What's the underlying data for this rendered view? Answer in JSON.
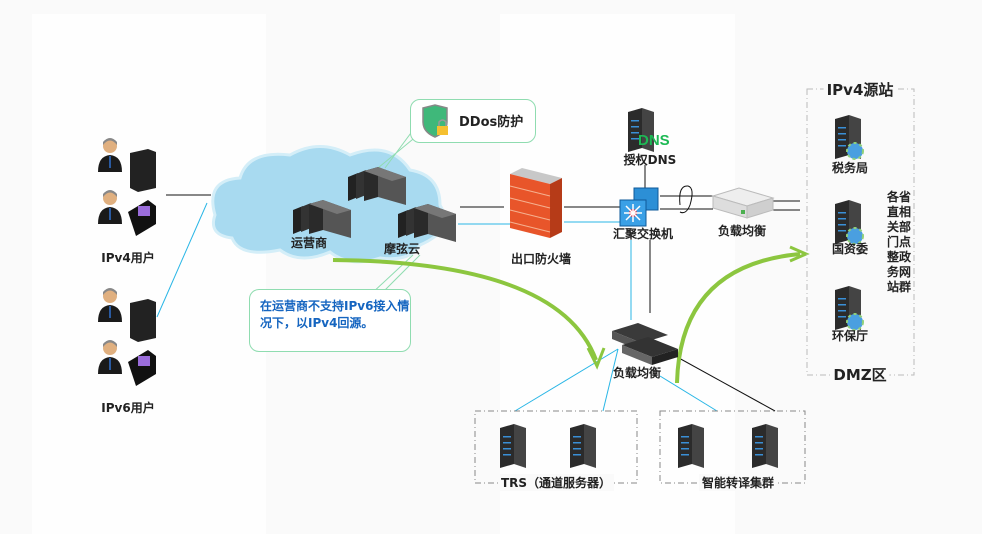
{
  "users": {
    "ipv4_label": "IPv4用户",
    "ipv6_label": "IPv6用户"
  },
  "cloud": {
    "carrier_label": "运营商",
    "moxuan_label": "摩弦云"
  },
  "callouts": {
    "ddos_label": "DDos防护",
    "fallback_note": "在运营商不支持IPv6接入情况下，以IPv4回源。"
  },
  "core": {
    "firewall_label": "出口防火墙",
    "dns_badge": "DNS",
    "dns_label": "授权DNS",
    "switch_label": "汇聚交换机",
    "lb_top_label": "负载均衡",
    "lb_bottom_label": "负载均衡"
  },
  "server_groups": {
    "trs_label": "TRS（通道服务器）",
    "translation_label": "智能转译集群"
  },
  "origin": {
    "title": "IPv4源站",
    "zone_label": "DMZ区",
    "sites": [
      "税务局",
      "国资委",
      "环保厅"
    ],
    "group_desc_rows": [
      "各省",
      "直相",
      "关部",
      "门点",
      "整政",
      "务网",
      "站群"
    ]
  },
  "colors": {
    "cloud": "#a8daf0",
    "arrow_green": "#8cc63f",
    "link_blue": "#29b6e6",
    "link_black": "#111111",
    "callout_border": "#8fdcb0",
    "note_text": "#1565c0",
    "dns_green": "#1db954"
  }
}
